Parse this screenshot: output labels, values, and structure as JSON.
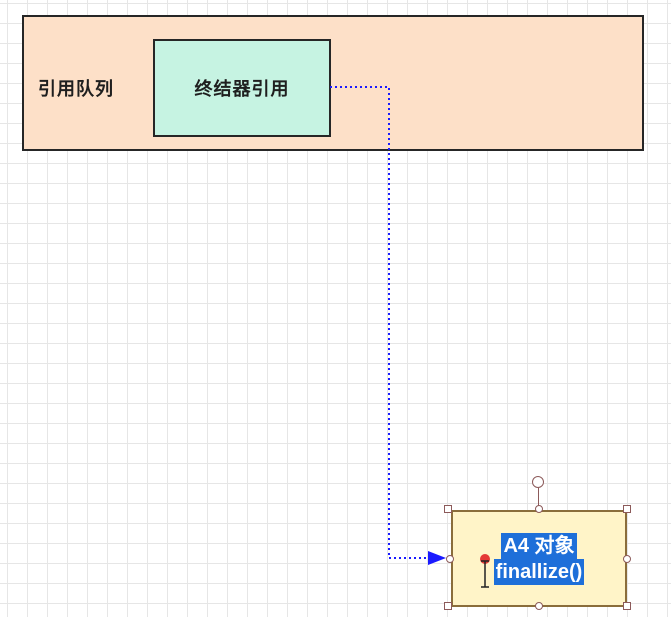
{
  "diagram": {
    "queue": {
      "label": "引用队列",
      "fill": "#fde0c8"
    },
    "finalizer_ref": {
      "label": "终结器引用",
      "fill": "#c6f3e2"
    },
    "target_object": {
      "line1": "A4 对象",
      "line2": "finallize()",
      "fill": "#fff4c8",
      "selected": true
    },
    "connector": {
      "from": "finalizer_ref",
      "to": "target_object",
      "style": "dotted",
      "color": "#1a1aff",
      "arrowhead": "filled-triangle"
    }
  }
}
